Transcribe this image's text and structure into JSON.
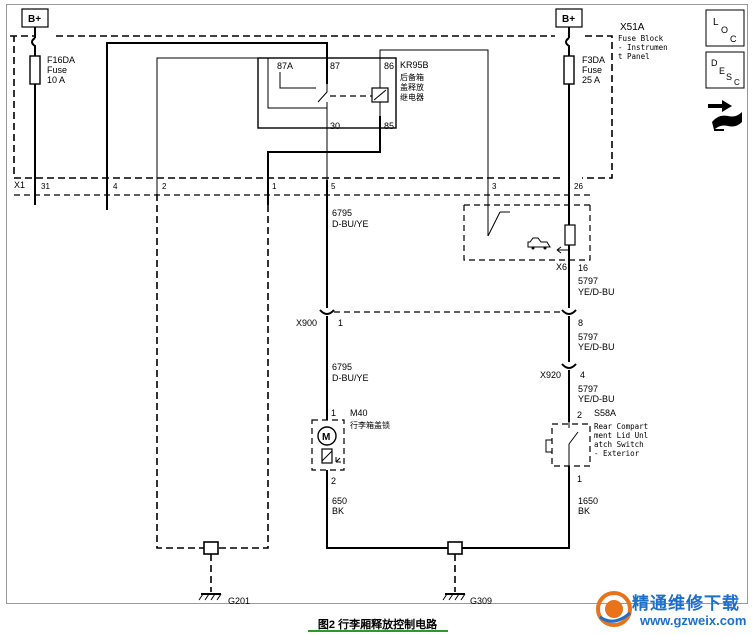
{
  "diagram": {
    "power": {
      "left": "B+",
      "right": "B+"
    },
    "fuse_block": {
      "id": "X51A",
      "lines": [
        "Fuse Block",
        "- Instrumen",
        "t Panel"
      ]
    },
    "fuse_left": {
      "id": "F16DA",
      "type": "Fuse",
      "rating": "10 A"
    },
    "fuse_right": {
      "id": "F3DA",
      "type": "Fuse",
      "rating": "25 A"
    },
    "relay": {
      "id": "KR95B",
      "name_lines": [
        "后备箱",
        "盖释放",
        "继电器"
      ],
      "pins": {
        "p87a": "87A",
        "p87": "87",
        "p86": "86",
        "p30": "30",
        "p85": "85"
      }
    },
    "connector_x1": {
      "name": "X1",
      "pins": [
        "31",
        "4",
        "2",
        "1",
        "5",
        "3",
        "26"
      ]
    },
    "wire_6795_a": {
      "circuit": "6795",
      "color": "D-BU/YE"
    },
    "wire_6795_b": {
      "circuit": "6795",
      "color": "D-BU/YE"
    },
    "x6": {
      "name": "X6",
      "pin": "16"
    },
    "wire_5797_a": {
      "circuit": "5797",
      "color": "YE/D-BU"
    },
    "x900": {
      "name": "X900",
      "pin_left": "1",
      "pin_right": "8"
    },
    "wire_5797_b": {
      "circuit": "5797",
      "color": "YE/D-BU"
    },
    "x920": {
      "name": "X920",
      "pin": "4"
    },
    "wire_5797_c": {
      "circuit": "5797",
      "color": "YE/D-BU"
    },
    "motor": {
      "id": "M40",
      "name": "行李箱盖锁",
      "pin_top": "1",
      "pin_bottom": "2"
    },
    "switch": {
      "id": "S58A",
      "pin_top": "2",
      "pin_bottom": "1",
      "lines": [
        "Rear Compart",
        "ment Lid Unl",
        "atch Switch",
        "- Exterior"
      ]
    },
    "wire_650": {
      "circuit": "650",
      "color": "BK"
    },
    "wire_1650": {
      "circuit": "1650",
      "color": "BK"
    },
    "grounds": {
      "left": "G201",
      "right": "G309"
    },
    "caption": "图2 行李厢释放控制电路"
  },
  "side_icons": {
    "loc": {
      "l": "L",
      "o": "O",
      "c": "C"
    },
    "desc": {
      "d": "D",
      "e": "E",
      "s": "S",
      "c": "C"
    },
    "icons": [
      "loc-icon",
      "desc-icon",
      "connector-hand-icon"
    ]
  },
  "watermark": {
    "title": "精通维修下载",
    "url": "www.gzweix.com",
    "colors": {
      "blue": "#1e6fc9",
      "orange": "#e8731a"
    }
  }
}
